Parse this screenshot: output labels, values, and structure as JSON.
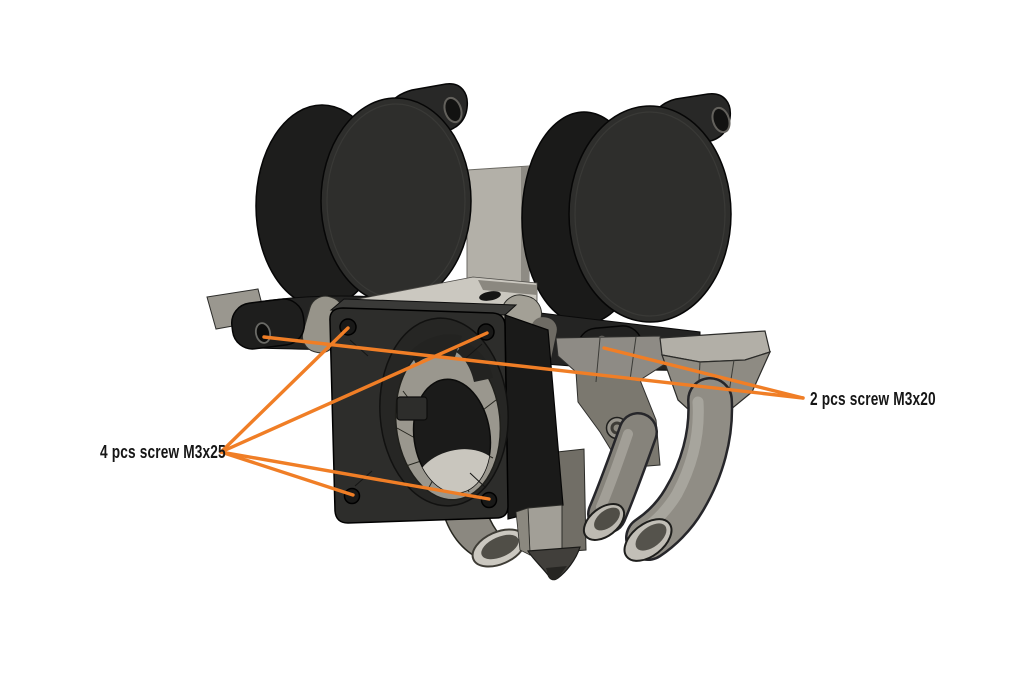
{
  "canvas": {
    "background": "#FFFFFF"
  },
  "colors": {
    "leader": "#F07E26",
    "fan_dark": "#2E2E2C",
    "fan_side": "#1D1D1C",
    "metal_light": "#C9C6BE",
    "metal_mid": "#908D85",
    "outline": "#0A0A0A",
    "label_text": "#161616"
  },
  "annotations": {
    "screws_front": {
      "text": "4 pcs screw M3x25",
      "count": 4,
      "screw_size": "M3x25"
    },
    "screws_side": {
      "text": "2 pcs screw M3x20",
      "count": 2,
      "screw_size": "M3x20"
    }
  }
}
